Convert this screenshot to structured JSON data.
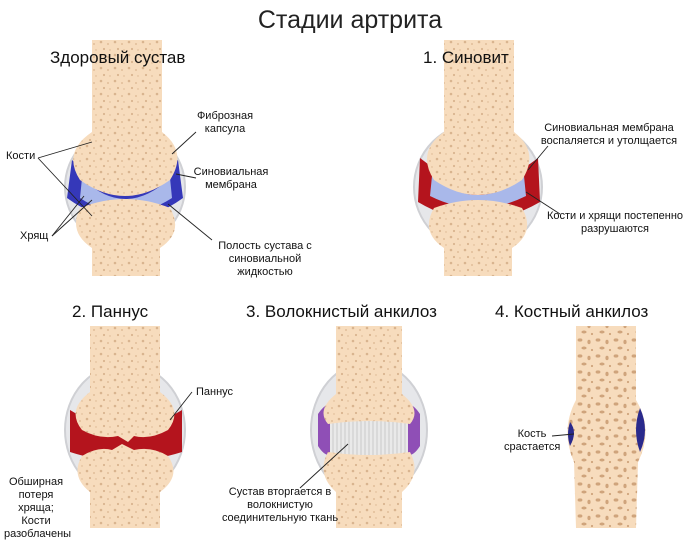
{
  "page": {
    "title": "Стадии артрита"
  },
  "colors": {
    "bone": "#f7dcbd",
    "bone_hole": "#d9b48f",
    "capsule": "#e6e7ea",
    "capsule_line": "#cfd0d4",
    "synovial_blue": "#3538b9",
    "cartilage_light": "#a9b8ea",
    "inflamed_red": "#b4141d",
    "purple": "#8f4fb6",
    "fibrous_gray": "#d9d9d9",
    "leader": "#222222"
  },
  "stages": {
    "healthy": {
      "title": "Здоровый сустав",
      "labels": {
        "bones": "Кости",
        "cartilage": "Хрящ",
        "fibrous_capsule": "Фиброзная капсула",
        "synovial_membrane": "Синовиальная мембрана",
        "joint_cavity": "Полость сустава с синовиальной жидкостью"
      }
    },
    "synovitis": {
      "title": "1. Синовит",
      "labels": {
        "membrane_inflamed": "Синовиальная мембрана воспаляется и утолщается",
        "destroyed": "Кости и хрящи постепенно разрушаются"
      }
    },
    "pannus": {
      "title": "2. Паннус",
      "labels": {
        "pannus": "Паннус",
        "loss": "Обширная потеря хряща; Кости разоблачены"
      }
    },
    "fibrous": {
      "title": "3. Волокнистый анкилоз",
      "labels": {
        "ingrowth": "Сустав вторгается в волокнистую соединительную ткань"
      }
    },
    "bony": {
      "title": "4. Костный анкилоз",
      "labels": {
        "fusion": "Кость срастается"
      }
    }
  }
}
